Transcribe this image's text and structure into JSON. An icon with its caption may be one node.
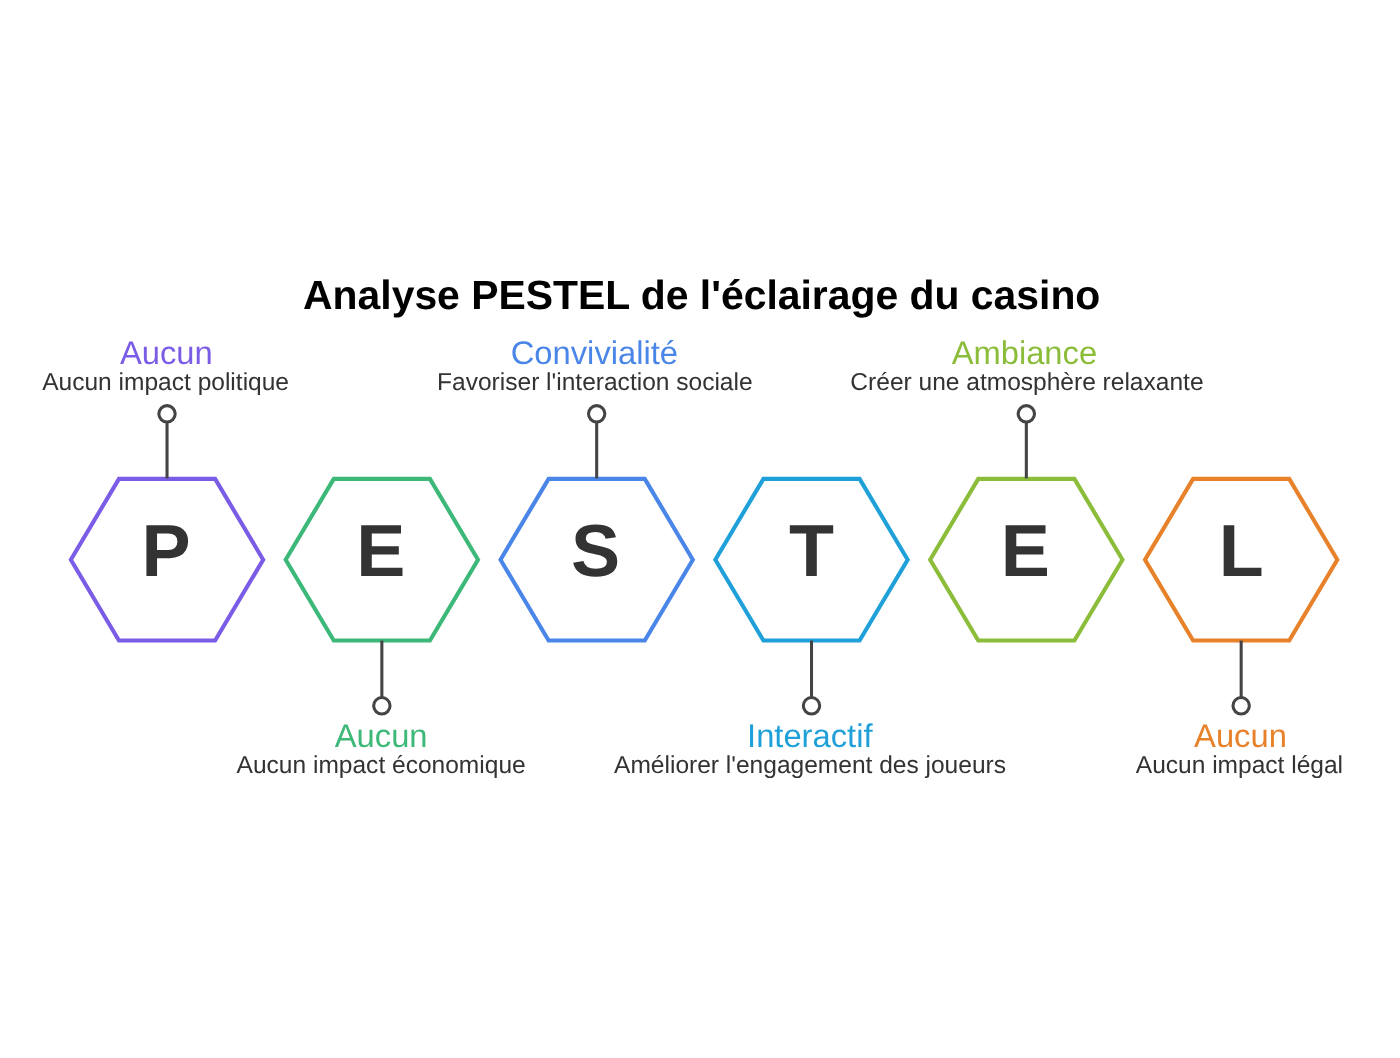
{
  "diagram": {
    "title": "Analyse PESTEL de l'éclairage du casino",
    "nodes": [
      {
        "text": [
          "Aucun",
          "Aucun impact politique"
        ]
      },
      {
        "text": [
          "Convivialité",
          "Favoriser l'interaction sociale"
        ]
      },
      {
        "text": [
          "Ambiance",
          "Créer une atmosphère relaxante"
        ]
      },
      {
        "text": [
          "P"
        ]
      },
      {
        "text": [
          "E"
        ]
      },
      {
        "text": [
          "S"
        ]
      },
      {
        "text": [
          "T"
        ]
      },
      {
        "text": [
          "E"
        ]
      },
      {
        "text": [
          "L"
        ]
      },
      {
        "text": [
          "Aucun",
          "Aucun impact économique"
        ]
      },
      {
        "text": [
          "Interactif",
          "Améliorer l'engagement des joueurs"
        ]
      },
      {
        "text": [
          "Aucun",
          "Aucun impact légal"
        ]
      }
    ],
    "edges": [
      {
        "from": 0,
        "to": 3,
        "arrow": "other"
      },
      {
        "from": 1,
        "to": 5,
        "arrow": "other"
      },
      {
        "from": 2,
        "to": 7,
        "arrow": "other"
      },
      {
        "from": 9,
        "to": 4,
        "arrow": "other"
      },
      {
        "from": 10,
        "to": 6,
        "arrow": "other"
      },
      {
        "from": 11,
        "to": 8,
        "arrow": "other"
      }
    ]
  }
}
